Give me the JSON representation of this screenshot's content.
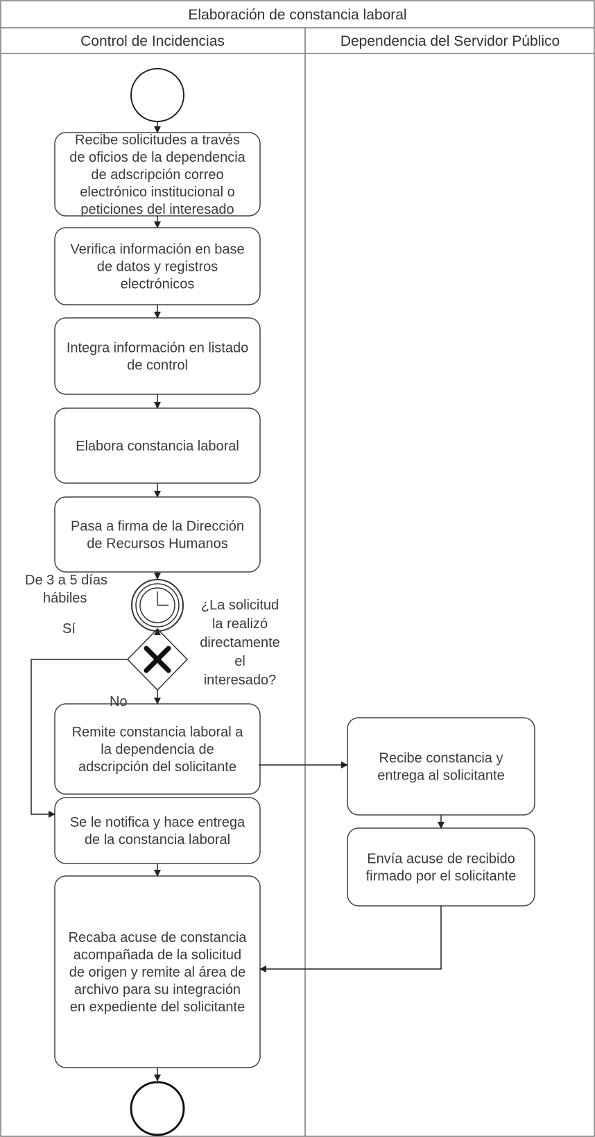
{
  "title": "Elaboración de constancia laboral",
  "lanes": [
    {
      "label": "Control de Incidencias"
    },
    {
      "label": "Dependencia del Servidor Público"
    }
  ],
  "tasks": [
    {
      "id": "t1",
      "lines": [
        "Recibe solicitudes a través",
        "de oficios de la dependencia",
        "de adscripción  correo",
        "electrónico institucional o",
        "peticiones del interesado"
      ]
    },
    {
      "id": "t2",
      "lines": [
        "Verifica información en base",
        "de datos y registros",
        "electrónicos"
      ]
    },
    {
      "id": "t3",
      "lines": [
        "Integra información en listado",
        "de control"
      ]
    },
    {
      "id": "t4",
      "lines": [
        "Elabora constancia laboral"
      ]
    },
    {
      "id": "t5",
      "lines": [
        "Pasa a firma de la Dirección",
        "de Recursos Humanos"
      ]
    },
    {
      "id": "t6",
      "lines": [
        "Remite constancia laboral a",
        "la dependencia de",
        "adscripción del solicitante"
      ]
    },
    {
      "id": "t7",
      "lines": [
        "Se le notifica y hace entrega",
        "de la constancia laboral"
      ]
    },
    {
      "id": "t8",
      "lines": [
        "Recaba acuse de constancia",
        "acompañada de la solicitud",
        "de origen y remite al área de",
        "archivo para su integración",
        "en expediente del solicitante"
      ]
    },
    {
      "id": "t9",
      "lines": [
        "Recibe constancia y",
        "entrega al solicitante"
      ]
    },
    {
      "id": "t10",
      "lines": [
        "Envía acuse de recibido",
        "firmado por el solicitante"
      ]
    }
  ],
  "timer_label": [
    "De 3 a 5 días",
    "hábiles"
  ],
  "gateway_question": [
    "¿La solicitud",
    "la realizó",
    "directamente",
    "el",
    "interesado?"
  ],
  "gateway_yes": "Sí",
  "gateway_no": "No"
}
